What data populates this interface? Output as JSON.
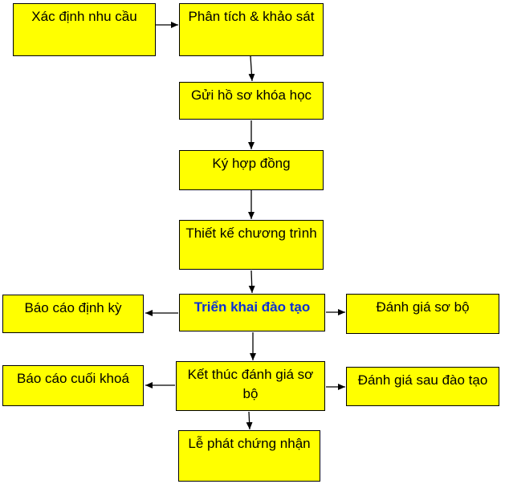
{
  "diagram": {
    "nodes": {
      "xac_dinh": "Xác định nhu cầu",
      "phan_tich": "Phân tích & khảo sát",
      "gui_ho_so": "Gửi hồ sơ khóa học",
      "ky_hop_dong": "Ký hợp đồng",
      "thiet_ke": "Thiết kế chương trình",
      "trien_khai": "Triển khai đào tạo",
      "bao_cao_dinh_ky": "Báo cáo định kỳ",
      "danh_gia_so_bo": "Đánh giá sơ bộ",
      "ket_thuc": "Kết thúc đánh giá sơ bộ",
      "bao_cao_cuoi": "Báo cáo cuối khoá",
      "danh_gia_sau": "Đánh giá sau đào tạo",
      "le_phat": "Lễ phát chứng nhận"
    },
    "edges": [
      [
        "xac_dinh",
        "phan_tich"
      ],
      [
        "phan_tich",
        "gui_ho_so"
      ],
      [
        "gui_ho_so",
        "ky_hop_dong"
      ],
      [
        "ky_hop_dong",
        "thiet_ke"
      ],
      [
        "thiet_ke",
        "trien_khai"
      ],
      [
        "trien_khai",
        "bao_cao_dinh_ky"
      ],
      [
        "trien_khai",
        "danh_gia_so_bo"
      ],
      [
        "trien_khai",
        "ket_thuc"
      ],
      [
        "ket_thuc",
        "bao_cao_cuoi"
      ],
      [
        "ket_thuc",
        "danh_gia_sau"
      ],
      [
        "ket_thuc",
        "le_phat"
      ]
    ],
    "colors": {
      "box_fill": "#ffff00",
      "box_border": "#000000",
      "highlight_text": "#0b2fd4",
      "arrow": "#000000"
    }
  }
}
